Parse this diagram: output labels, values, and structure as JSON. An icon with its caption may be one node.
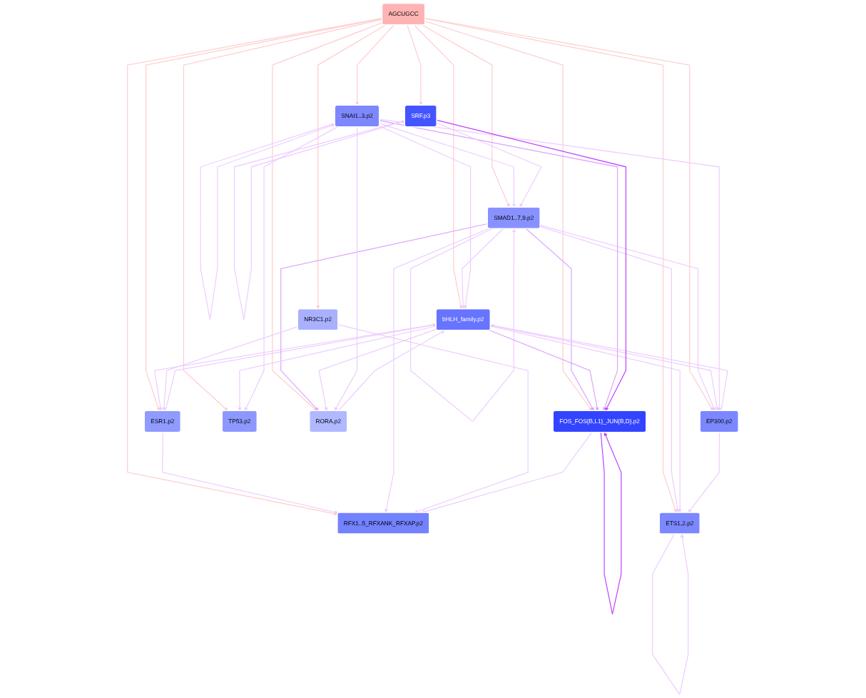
{
  "diagram": {
    "nodes": [
      {
        "text": [
          "bHLH_family.p2"
        ]
      },
      {
        "text": [
          "ESR1.p2"
        ]
      },
      {
        "text": [
          "SMAD1..7,9.p2"
        ]
      },
      {
        "text": [
          "RFX1..5_RFXANK_RFXAP.p2"
        ]
      },
      {
        "text": [
          "NR3C1.p2"
        ]
      },
      {
        "text": [
          "FOS_FOS{B,L1}_JUN{B,D}.p2"
        ]
      },
      {
        "text": [
          "AGCUGCC"
        ]
      },
      {
        "text": [
          "TP53.p2"
        ]
      },
      {
        "text": [
          "ETS1,2.p2"
        ]
      },
      {
        "text": [
          "SNAI1..3.p2"
        ]
      },
      {
        "text": [
          "SRF.p3"
        ]
      },
      {
        "text": [
          "RORA.p2"
        ]
      },
      {
        "text": [
          "EP300.p2"
        ]
      }
    ],
    "edges": [
      {
        "from": 6,
        "to": 0,
        "arrow": "to",
        "color": "#ffcccc"
      },
      {
        "from": 6,
        "to": 1,
        "arrow": "to",
        "color": "#ffcccc"
      },
      {
        "from": 6,
        "to": 2,
        "arrow": "to",
        "color": "#ffcccc"
      },
      {
        "from": 6,
        "to": 3,
        "arrow": "to",
        "color": "#ffcccc"
      },
      {
        "from": 6,
        "to": 4,
        "arrow": "to",
        "color": "#ffcccc"
      },
      {
        "from": 6,
        "to": 5,
        "arrow": "to",
        "color": "#ffcccc"
      },
      {
        "from": 6,
        "to": 7,
        "arrow": "to",
        "color": "#ffcccc"
      },
      {
        "from": 6,
        "to": 8,
        "arrow": "to",
        "color": "#ffcccc"
      },
      {
        "from": 6,
        "to": 9,
        "arrow": "to",
        "color": "#ffcccc"
      },
      {
        "from": 6,
        "to": 10,
        "arrow": "to",
        "color": "#ffcccc"
      },
      {
        "from": 6,
        "to": 11,
        "arrow": "to",
        "color": "#ffcccc"
      },
      {
        "from": 6,
        "to": 12,
        "arrow": "to",
        "color": "#ffcccc"
      },
      {
        "from": 0,
        "to": 1,
        "arrow": "to"
      },
      {
        "from": 1,
        "to": 0,
        "arrow": "to"
      },
      {
        "from": 1,
        "to": 3,
        "arrow": "to"
      },
      {
        "from": 2,
        "to": 0,
        "arrow": "to"
      },
      {
        "from": 2,
        "to": 2,
        "arrow": "to"
      },
      {
        "from": 2,
        "to": 3,
        "arrow": "to"
      },
      {
        "from": 2,
        "to": 5,
        "arrow": "to",
        "color": "#d9a3ff"
      },
      {
        "from": 2,
        "to": 8,
        "arrow": "to"
      },
      {
        "from": 2,
        "to": 11,
        "arrow": "to",
        "color": "#d9a3ff"
      },
      {
        "from": 2,
        "to": 12,
        "arrow": "to"
      },
      {
        "from": 4,
        "to": 1,
        "arrow": "to"
      },
      {
        "from": 4,
        "to": 3,
        "arrow": "to"
      },
      {
        "from": 0,
        "to": 7,
        "arrow": "to"
      },
      {
        "from": 0,
        "to": 5,
        "arrow": "to",
        "color": "#d9a3ff"
      },
      {
        "from": 0,
        "to": 8,
        "arrow": "to"
      },
      {
        "from": 0,
        "to": 11,
        "arrow": "to"
      },
      {
        "from": 0,
        "to": 12,
        "arrow": "to"
      },
      {
        "from": 5,
        "to": 3,
        "arrow": "to"
      },
      {
        "from": 5,
        "to": 5,
        "arrow": "to",
        "color": "#c040ff"
      },
      {
        "from": 9,
        "to": 7,
        "arrow": "to"
      },
      {
        "from": 9,
        "to": 9,
        "arrow": "to"
      },
      {
        "from": 9,
        "to": 11,
        "arrow": "to"
      },
      {
        "from": 9,
        "to": 12,
        "arrow": "to"
      },
      {
        "from": 9,
        "to": 5,
        "arrow": "to",
        "color": "#d9a3ff"
      },
      {
        "from": 9,
        "to": 0,
        "arrow": "to"
      },
      {
        "from": 9,
        "to": 2,
        "arrow": "to"
      },
      {
        "from": 12,
        "to": 0,
        "arrow": "to"
      },
      {
        "from": 12,
        "to": 8,
        "arrow": "to"
      },
      {
        "from": 11,
        "to": 0,
        "arrow": "to"
      },
      {
        "from": 10,
        "to": 2,
        "arrow": "to"
      },
      {
        "from": 10,
        "to": 10,
        "arrow": "to"
      },
      {
        "from": 10,
        "to": 5,
        "arrow": "to",
        "color": "#c040ff"
      },
      {
        "from": 8,
        "to": 8,
        "arrow": "to"
      }
    ]
  }
}
